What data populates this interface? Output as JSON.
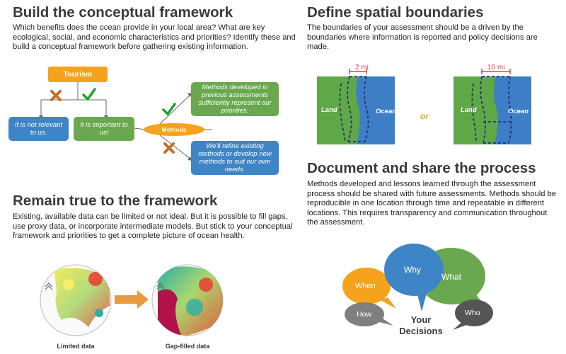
{
  "sections": {
    "build": {
      "title": "Build the conceptual framework",
      "text": "Which benefits does the ocean provide in your local area? What are key ecological, social, and economic characteristics and priorities? Identify these and build a conceptual framework before gathering existing information."
    },
    "spatial": {
      "title": "Define spatial boundaries",
      "text": "The boundaries of your assessment should be a driven by the boundaries where information is reported and policy decisions are made."
    },
    "remain": {
      "title": "Remain true to the framework",
      "text": "Existing, available data can be limited or not ideal. But it is possible to fill gaps, use proxy data, or incorporate intermediate models. But stick to your conceptual framework and priorities to get a complete picture of ocean health."
    },
    "document": {
      "title": "Document and share the process",
      "text": "Methods developed and lessons learned through the assessment process should be shared with future assessments. Methods should be reproducible in one location through time and repeatable in different locations. This requires transparency and communication throughout the assessment."
    }
  },
  "flow": {
    "tourism": "Tourism",
    "not_relevant": "It is not relevant to us.",
    "important": "It is important to us!",
    "methods": "Methods",
    "developed": "Methods developed in previous assessments sufficiently represent our priorities.",
    "refine": "We'll refine existing methods or develop new methods to suit our own needs."
  },
  "maps": {
    "left_scale": "2 mi",
    "right_scale": "10 mi",
    "land": "Land",
    "ocean": "Ocean",
    "or": "or"
  },
  "data_maps": {
    "limited": "Limited data",
    "gap_filled": "Gap-filled data"
  },
  "bubbles": {
    "why": "Why",
    "what": "What",
    "when": "When",
    "how": "How",
    "who": "Who",
    "your_decisions": "Your Decisions"
  },
  "colors": {
    "orange": "#f5a21c",
    "green": "#6aa84f",
    "blue": "#3d85c6",
    "map_green": "#5fa847",
    "map_blue": "#3d7fc6",
    "dashed": "#2b2d7a",
    "scale_red": "#e0404a",
    "grey": "#7f7f7f",
    "dark_grey": "#555555"
  }
}
